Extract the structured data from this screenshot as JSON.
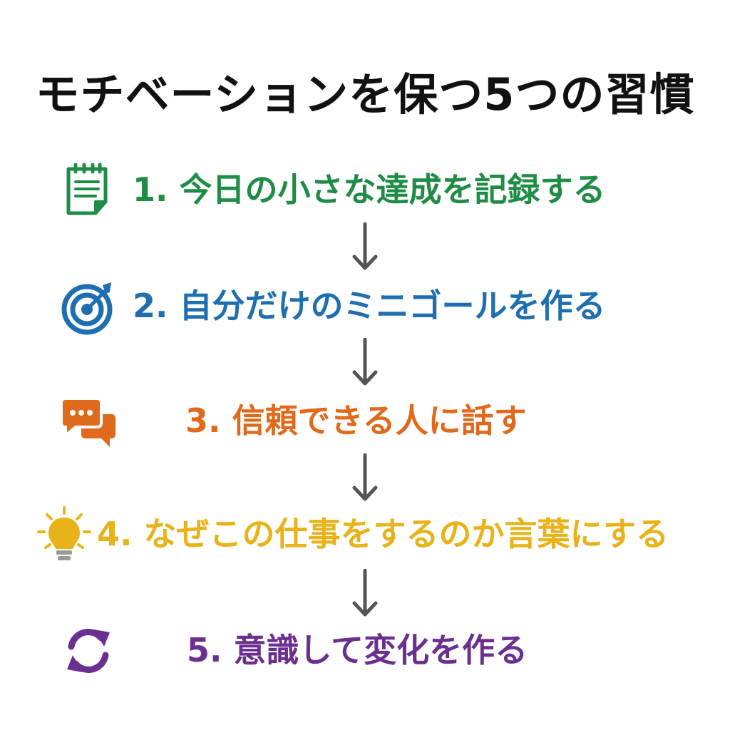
{
  "title": "モチベーションを保つ5つの習慣",
  "steps": [
    {
      "label": "1. 今日の小さな達成を記録する",
      "color": "#1e8c45",
      "icon": "notepad-icon"
    },
    {
      "label": "2. 自分だけのミニゴールを作る",
      "color": "#1f6fb0",
      "icon": "target-icon"
    },
    {
      "label": "3. 信頼できる人に話す",
      "color": "#e06a1c",
      "icon": "chat-bubbles-icon"
    },
    {
      "label": "4. なぜこの仕事をするのか言葉にする",
      "color": "#e8b31a",
      "icon": "lightbulb-icon"
    },
    {
      "label": "5. 意識して変化を作る",
      "color": "#6b2f8f",
      "icon": "refresh-icon"
    }
  ],
  "arrow_color": "#555555"
}
